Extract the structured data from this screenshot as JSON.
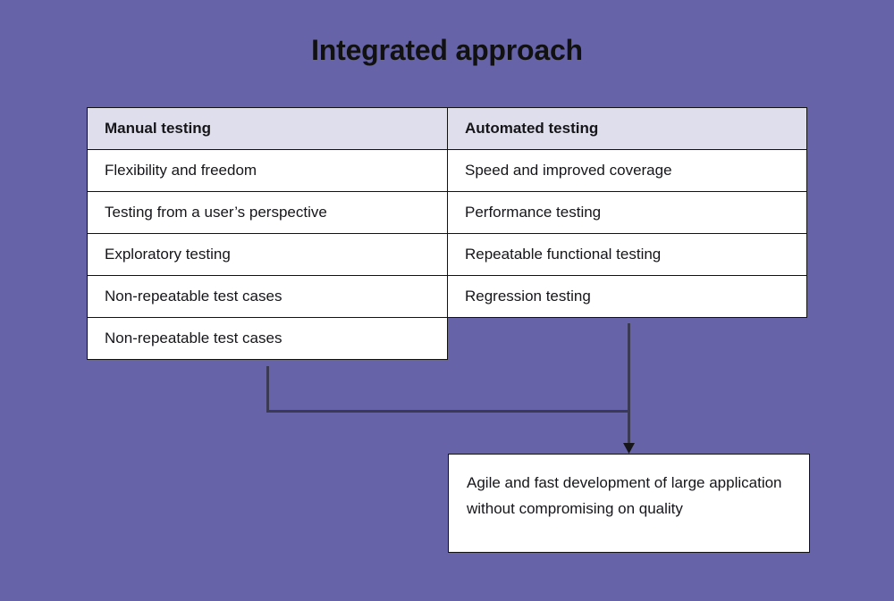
{
  "page": {
    "title": "Integrated approach",
    "background_color": "#6663A8",
    "text_color": "#16161A",
    "border_color": "#111111",
    "header_fill": "#DFDEEC",
    "connector_color": "#3A3A55"
  },
  "table": {
    "columns": [
      {
        "header": "Manual testing",
        "rows": [
          "Flexibility and freedom",
          "Testing from a user’s perspective",
          "Exploratory testing",
          "Non-repeatable test cases",
          "Non-repeatable test cases"
        ]
      },
      {
        "header": "Automated testing",
        "rows": [
          "Speed and improved coverage",
          "Performance testing",
          "Repeatable functional testing",
          "Regression testing"
        ]
      }
    ]
  },
  "outcome": {
    "text": "Agile and fast development of large application without compromising on quality"
  },
  "connectors": {
    "left_branch_label": "manual-testing-branch",
    "right_branch_label": "automated-testing-branch",
    "arrow_label": "down-arrow-icon"
  }
}
